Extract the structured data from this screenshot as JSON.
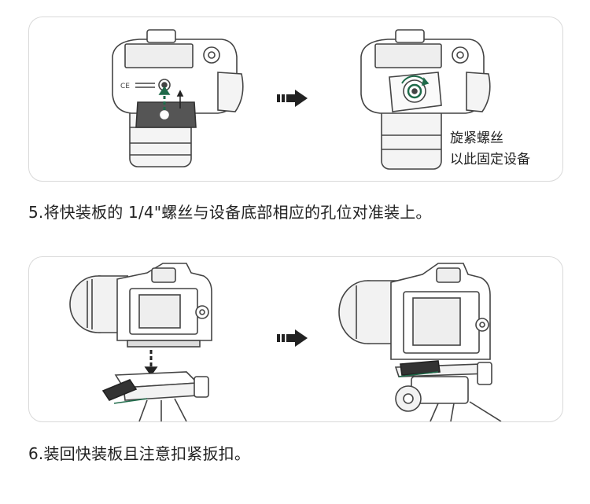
{
  "panel1": {
    "caption_line1": "旋紧螺丝",
    "caption_line2": "以此固定设备"
  },
  "step5": "5.将快装板的 1/4\"螺丝与设备底部相应的孔位对准装上。",
  "step6": "6.装回快装板且注意扣紧扳扣。",
  "colors": {
    "accent": "#1f6b4a",
    "line": "#444444",
    "border": "#d9d9d9"
  }
}
